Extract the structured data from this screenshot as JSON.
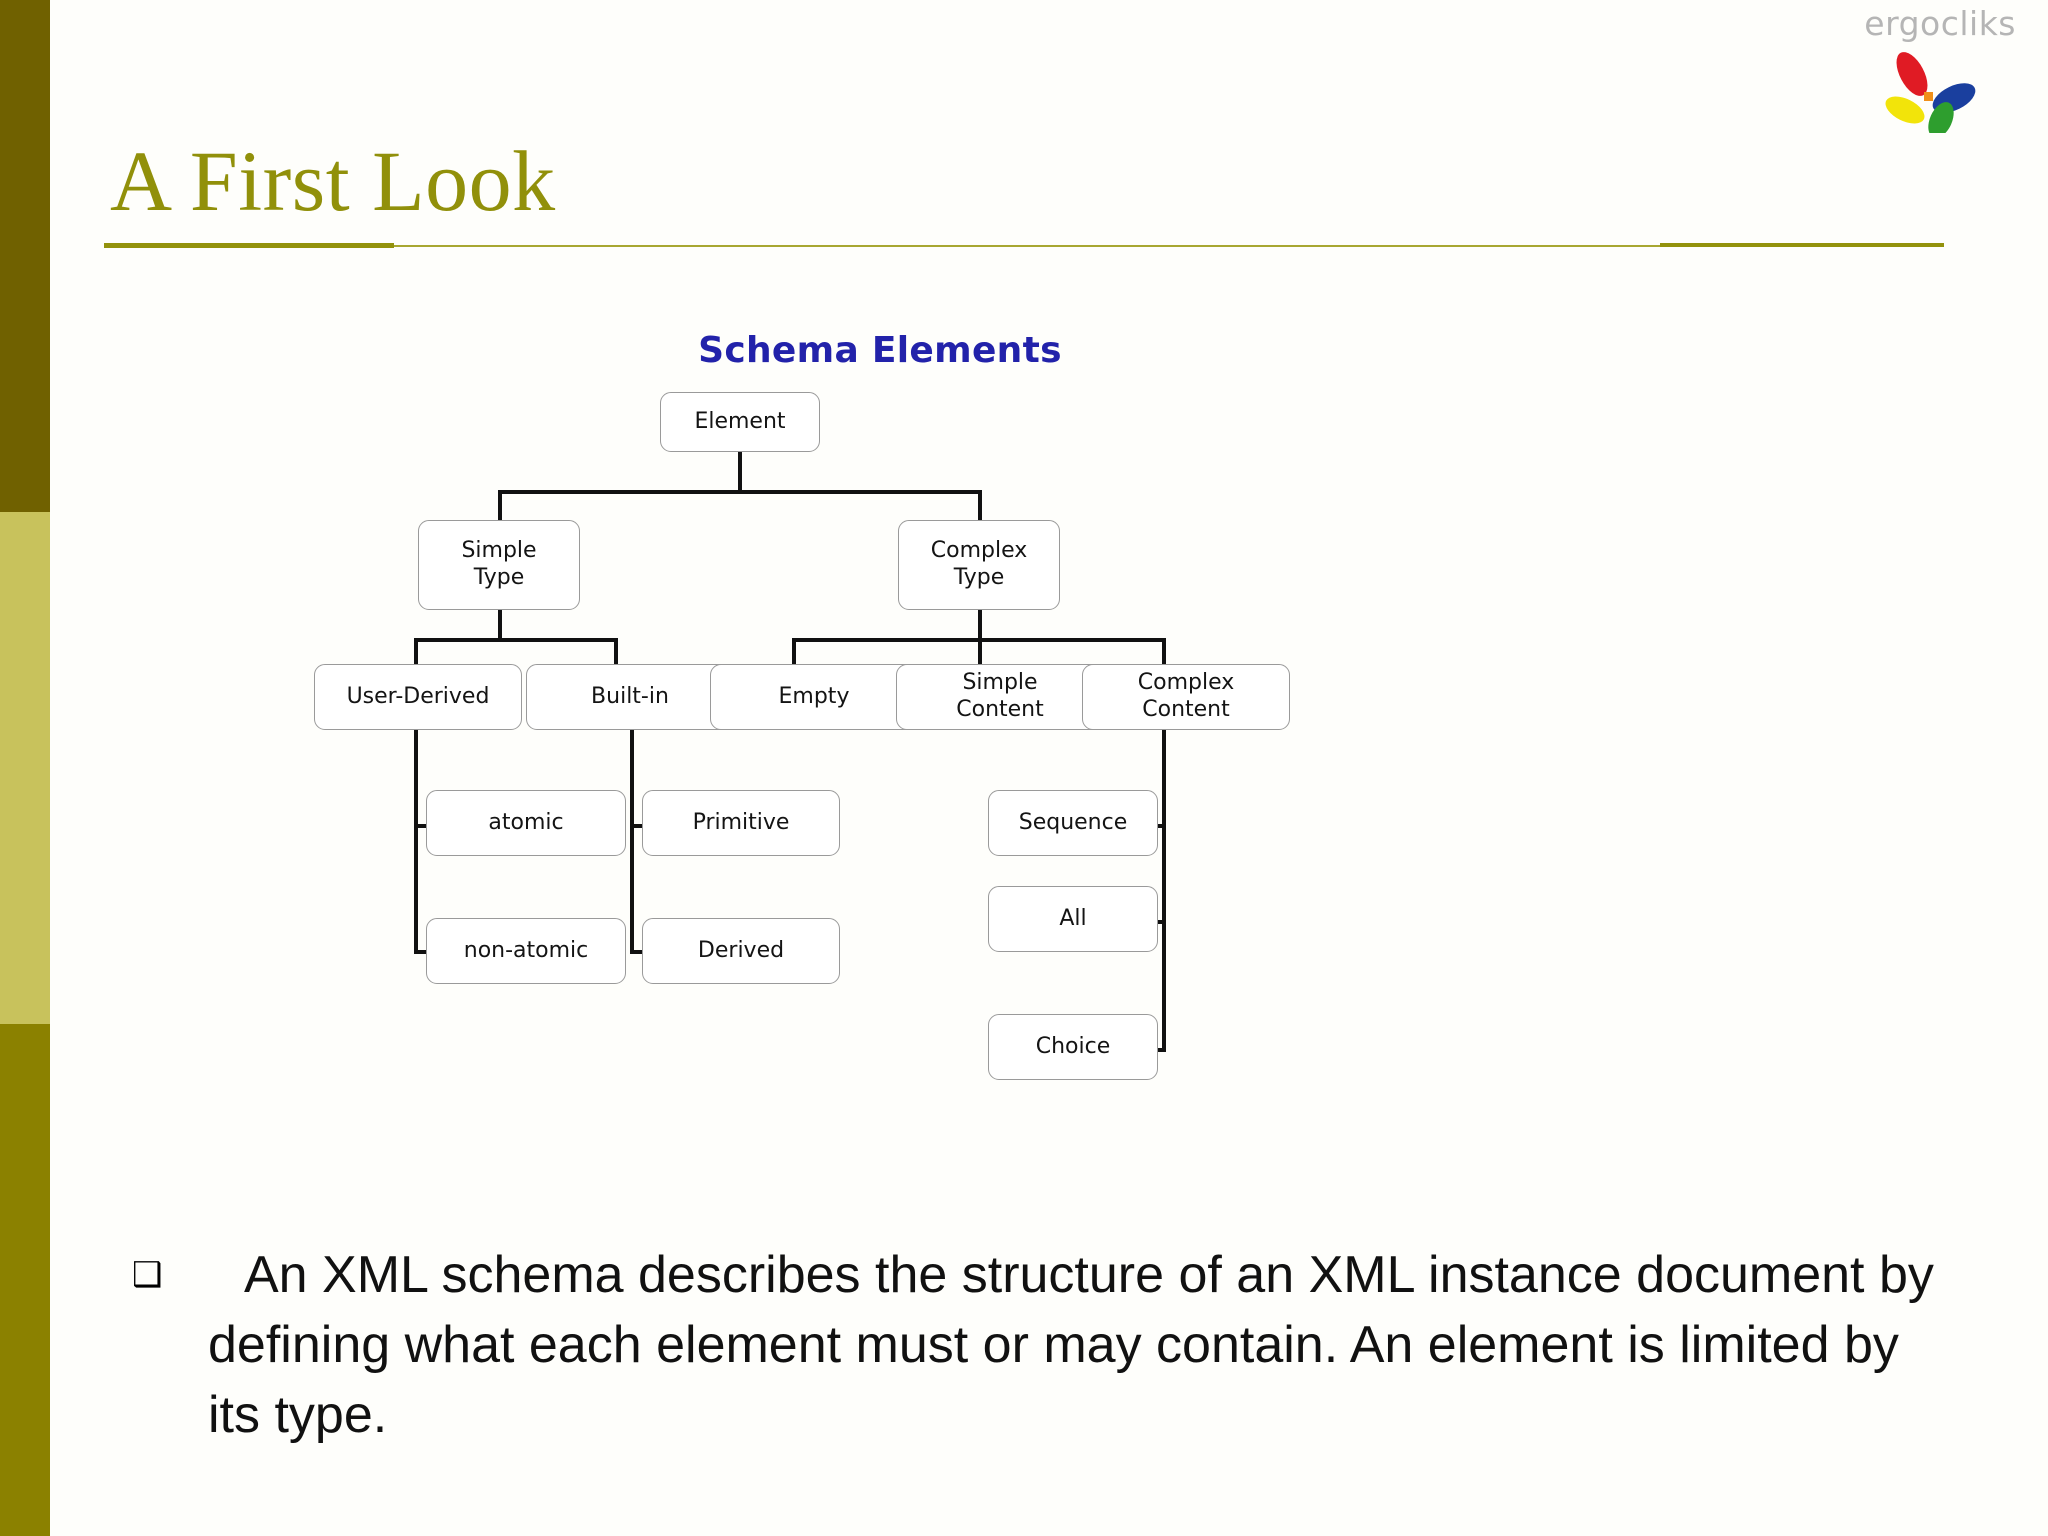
{
  "brand": {
    "logo_text": "ergocliks",
    "petal_colors": [
      "#e01b24",
      "#1a3f9e",
      "#2e9e2e",
      "#f2e40a"
    ],
    "petal_center_color": "#f0901a",
    "logo_text_color": "#b5b5b5"
  },
  "slide": {
    "title": "A First Look",
    "title_color": "#91900a",
    "sidebar_colors": [
      "#706100",
      "#c8c25c",
      "#8b8100"
    ],
    "background_color": "#fefefb"
  },
  "diagram": {
    "title": "Schema Elements",
    "title_color": "#2222aa",
    "node_border_color": "#9a9a9a",
    "connector_color": "#111111",
    "nodes": {
      "element": "Element",
      "simple_type": "Simple\nType",
      "complex_type": "Complex\nType",
      "user_derived": "User-Derived",
      "built_in": "Built-in",
      "empty": "Empty",
      "simple_content": "Simple\nContent",
      "complex_content": "Complex\nContent",
      "atomic": "atomic",
      "non_atomic": "non-atomic",
      "primitive": "Primitive",
      "derived": "Derived",
      "sequence": "Sequence",
      "all": "All",
      "choice": "Choice"
    }
  },
  "body": {
    "bullet_glyph": "❑",
    "text": "An XML schema describes the structure of an XML instance document by defining what each element must or may contain. An element is limited by its type."
  }
}
